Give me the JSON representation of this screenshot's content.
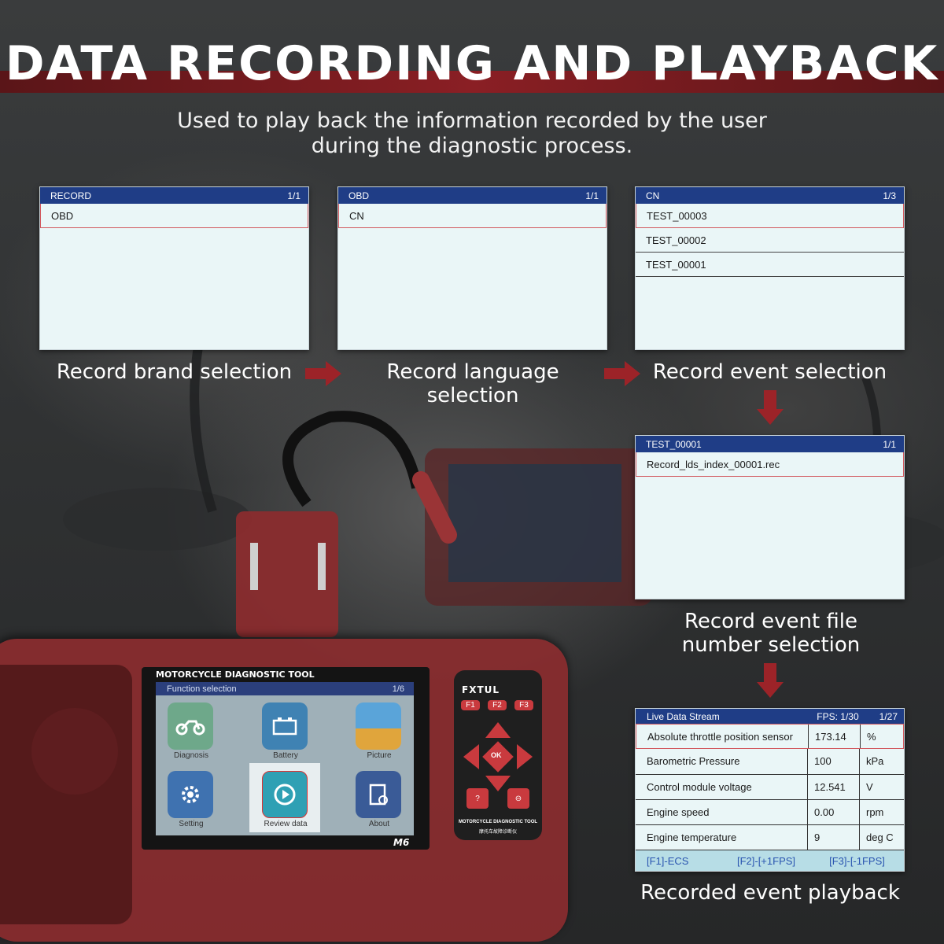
{
  "header": {
    "title": "DATA RECORDING AND PLAYBACK",
    "subtitle": "Used to play back the information recorded by the user during the diagnostic process."
  },
  "screens": {
    "brand": {
      "title": "RECORD",
      "page": "1/1",
      "rows": [
        "OBD"
      ]
    },
    "language": {
      "title": "OBD",
      "page": "1/1",
      "rows": [
        "CN"
      ]
    },
    "event": {
      "title": "CN",
      "page": "1/3",
      "rows": [
        "TEST_00003",
        "TEST_00002",
        "TEST_00001"
      ]
    },
    "file": {
      "title": "TEST_00001",
      "page": "1/1",
      "rows": [
        "Record_lds_index_00001.rec"
      ]
    }
  },
  "steps": {
    "brand": "Record brand selection",
    "language": "Record language selection",
    "event": "Record event selection",
    "file": "Record event file number selection",
    "playback": "Recorded event playback"
  },
  "live_data": {
    "title": "Live Data Stream",
    "fps": "FPS: 1/30",
    "page": "1/27",
    "rows": [
      {
        "name": "Absolute throttle position sensor",
        "value": "173.14",
        "unit": "%"
      },
      {
        "name": "Barometric Pressure",
        "value": "100",
        "unit": "kPa"
      },
      {
        "name": "Control module voltage",
        "value": "12.541",
        "unit": "V"
      },
      {
        "name": "Engine speed",
        "value": "0.00",
        "unit": "rpm"
      },
      {
        "name": "Engine temperature",
        "value": "9",
        "unit": "deg C"
      }
    ],
    "footer": [
      "[F1]-ECS",
      "[F2]-[+1FPS]",
      "[F3]-[-1FPS]"
    ]
  },
  "device": {
    "brand_title": "MOTORCYCLE DIAGNOSTIC TOOL",
    "screen_header": "Function selection",
    "screen_page": "1/6",
    "apps": [
      "Diagnosis",
      "Battery",
      "Picture",
      "Setting",
      "Review data",
      "About"
    ],
    "model": "M6",
    "keypad_brand": "FXTUL",
    "fkeys": [
      "F1",
      "F2",
      "F3"
    ],
    "ok_label": "OK",
    "keypad_caption": "MOTORCYCLE DIAGNOSTIC TOOL",
    "keypad_caption_cn": "摩托车故障诊断仪"
  },
  "colors": {
    "accent_red": "#8a1f24",
    "arrow_red": "#9c2328",
    "screen_header_blue": "#1f3d86",
    "screen_bg": "#eaf6f7"
  }
}
